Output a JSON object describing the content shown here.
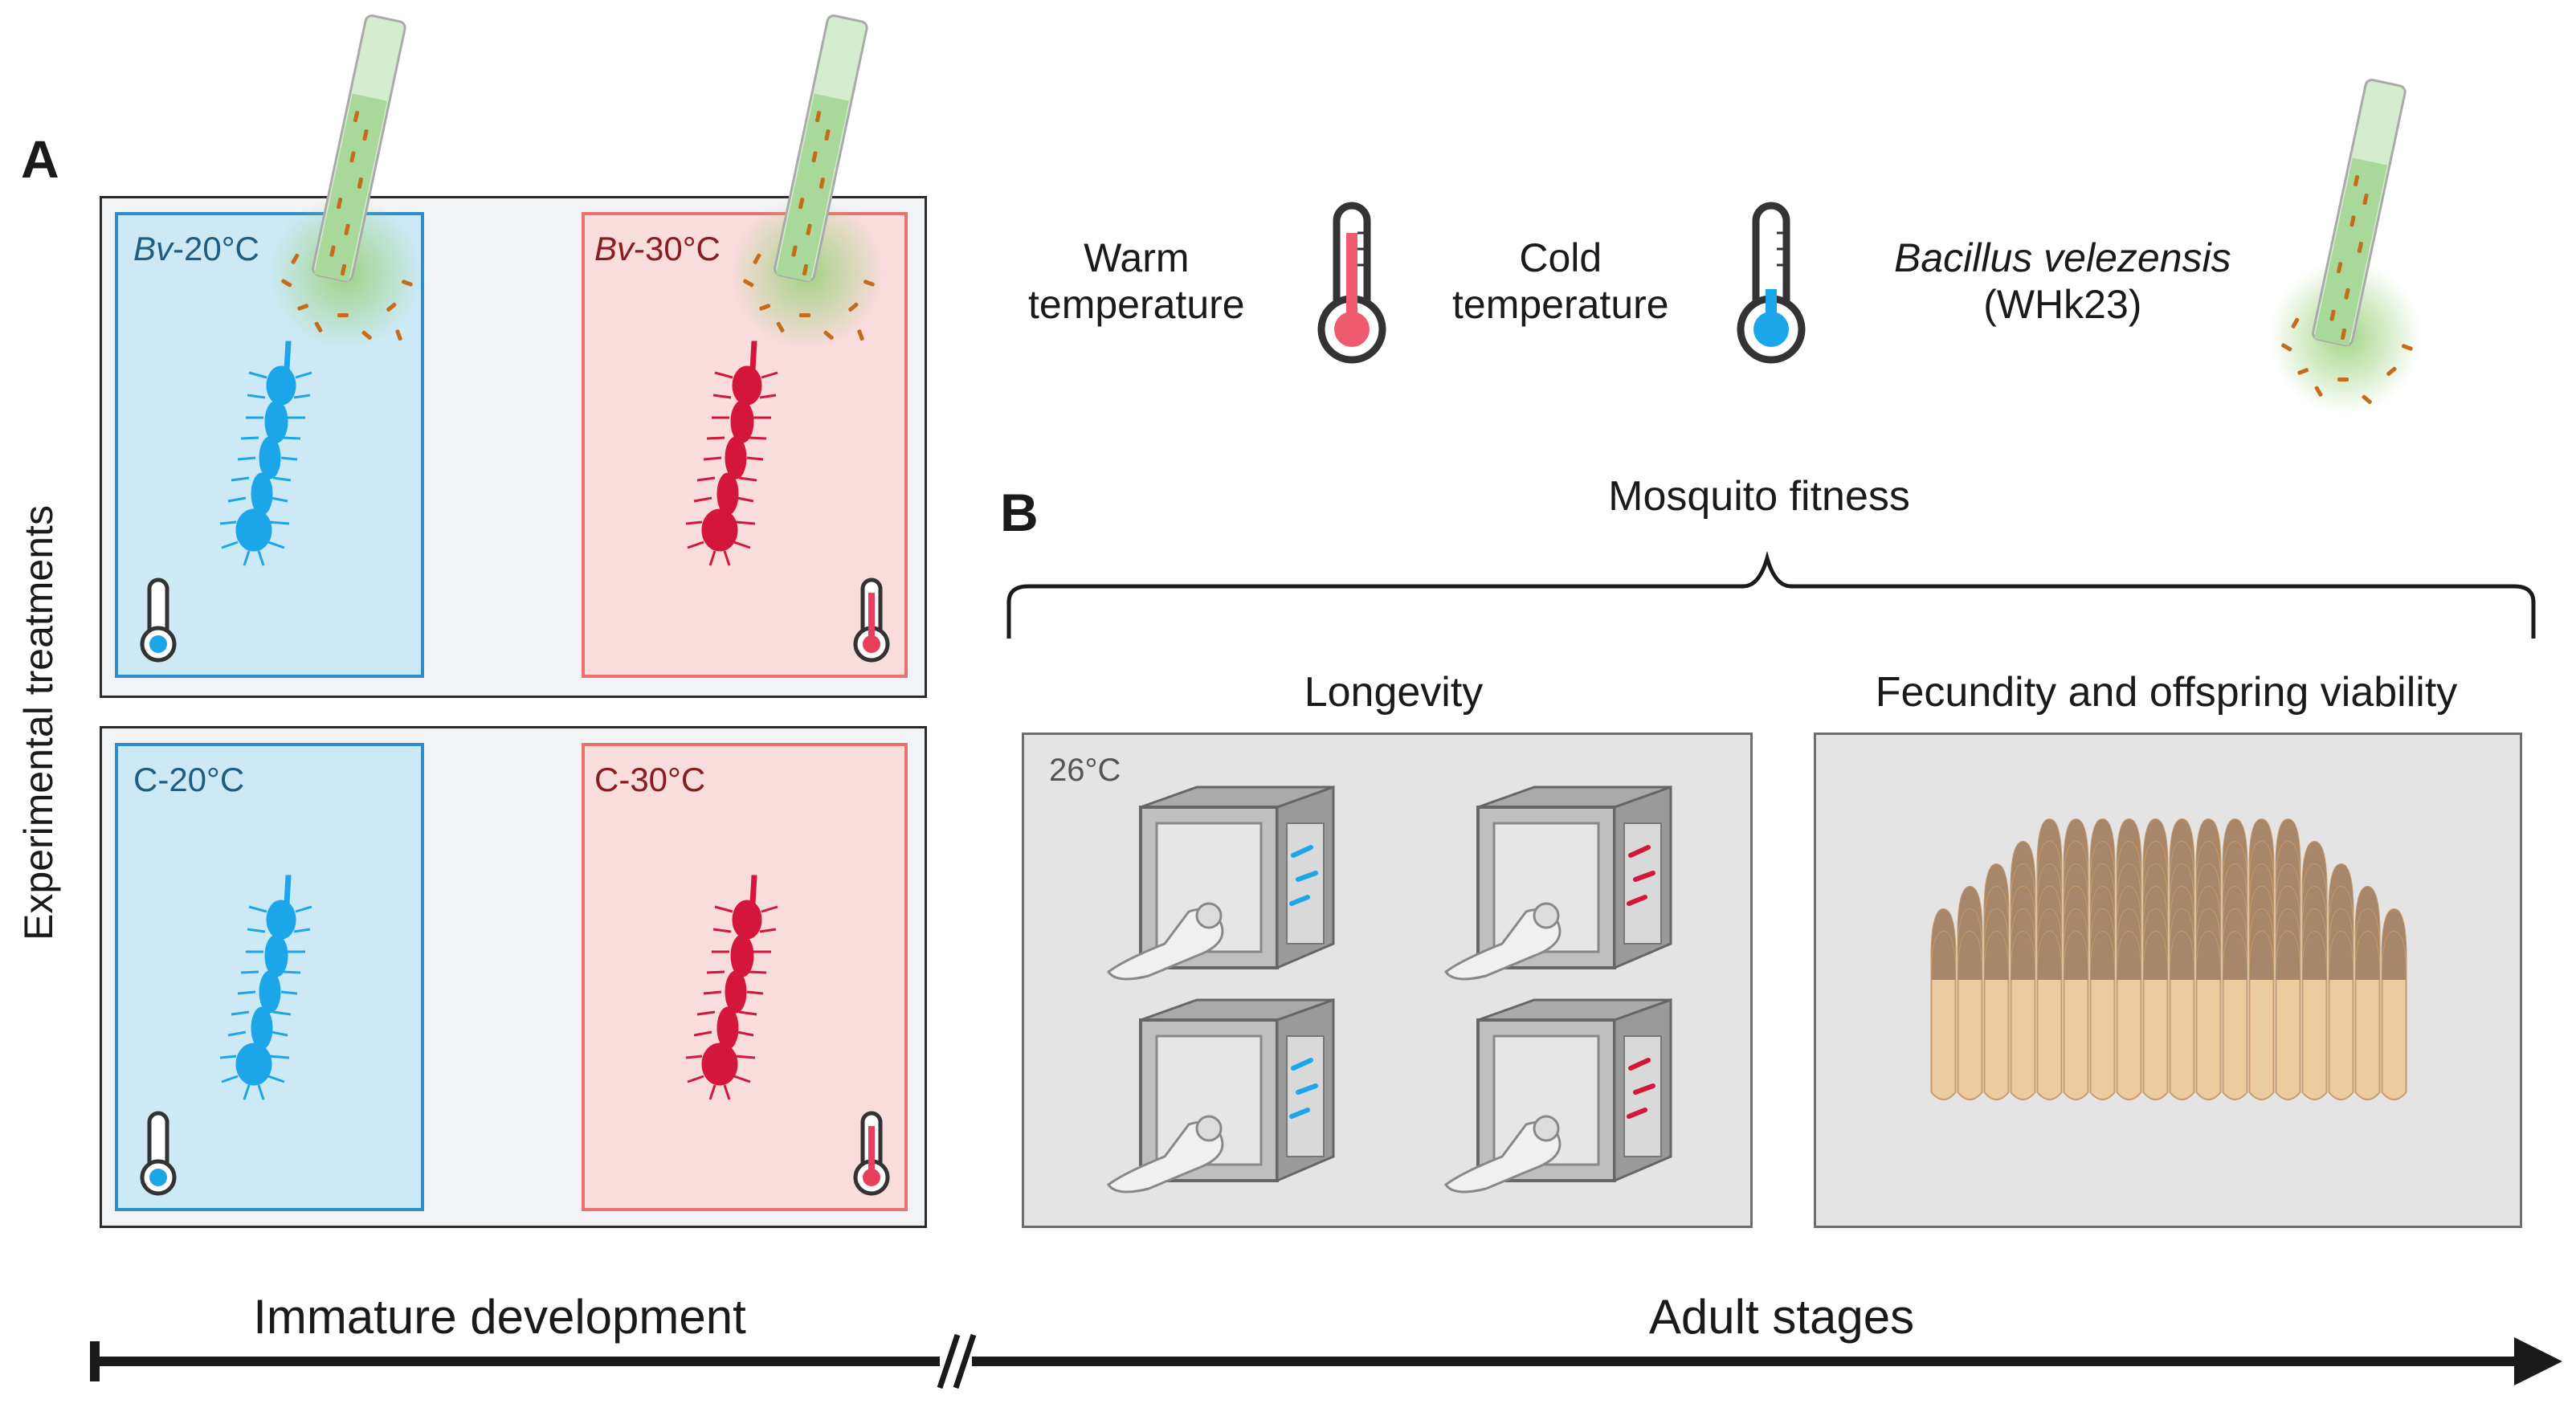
{
  "panel_a": {
    "letter": "A",
    "side_label": "Experimental treatments",
    "treatments": [
      {
        "prefix": "Bv",
        "suffix": "-20°C"
      },
      {
        "prefix": "Bv",
        "suffix": "-30°C"
      },
      {
        "label": "C-20°C"
      },
      {
        "label": "C-30°C"
      }
    ]
  },
  "legend": {
    "warm_line1": "Warm",
    "warm_line2": "temperature",
    "cold_line1": "Cold",
    "cold_line2": "temperature",
    "bacillus_line1": "Bacillus velezensis",
    "bacillus_line2": "(WHk23)"
  },
  "panel_b": {
    "letter": "B",
    "title": "Mosquito fitness",
    "longevity": "Longevity",
    "longevity_temp": "26°C",
    "fecundity": "Fecundity and offspring viability"
  },
  "timeline": {
    "left": "Immature development",
    "right": "Adult stages"
  },
  "colors": {
    "cold": "#1aa6e8",
    "warm": "#d4163c",
    "arrow": "#1a1a1a"
  }
}
